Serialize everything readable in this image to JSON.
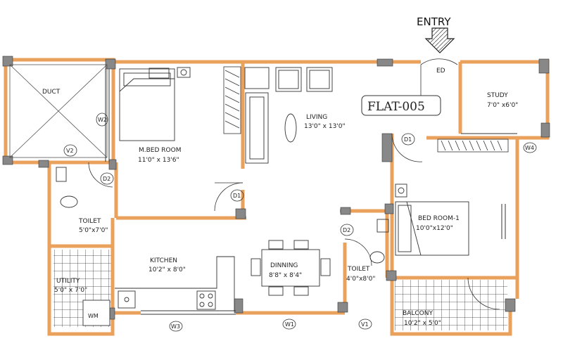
{
  "entry": "ENTRY",
  "flat_id": "FLAT-005",
  "rooms": {
    "duct": "DUCT",
    "master_bed": {
      "name": "M.BED ROOM",
      "size": "11'0\" x 13'6\""
    },
    "living": {
      "name": "LIVING",
      "size": "13'0\" x 13'0\""
    },
    "ed": "ED",
    "study": {
      "name": "STUDY",
      "size": "7'0\" x6'0\""
    },
    "toilet1": {
      "name": "TOILET",
      "size": "5'0\"x7'0\""
    },
    "kitchen": {
      "name": "KITCHEN",
      "size": "10'2\" x 8'0\""
    },
    "dinning": {
      "name": "DINNING",
      "size": "8'8\" x 8'4\""
    },
    "bedroom1": {
      "name": "BED ROOM-1",
      "size": "10'0\"x12'0\""
    },
    "toilet2": {
      "name": "TOILET",
      "size": "4'0\"x8'0\""
    },
    "utility": {
      "name": "UTILITY",
      "size": "5'0\" x 7'0\""
    },
    "balcony": {
      "name": "BALCONY",
      "size": "10'2\" x 5'0\""
    },
    "wm": "WM"
  },
  "tags": {
    "W2": "W2",
    "V2": "V2",
    "D2a": "D2",
    "D1a": "D1",
    "D1b": "D1",
    "D2b": "D2",
    "W4": "W4",
    "W3": "W3",
    "W1": "W1",
    "V1": "V1"
  }
}
